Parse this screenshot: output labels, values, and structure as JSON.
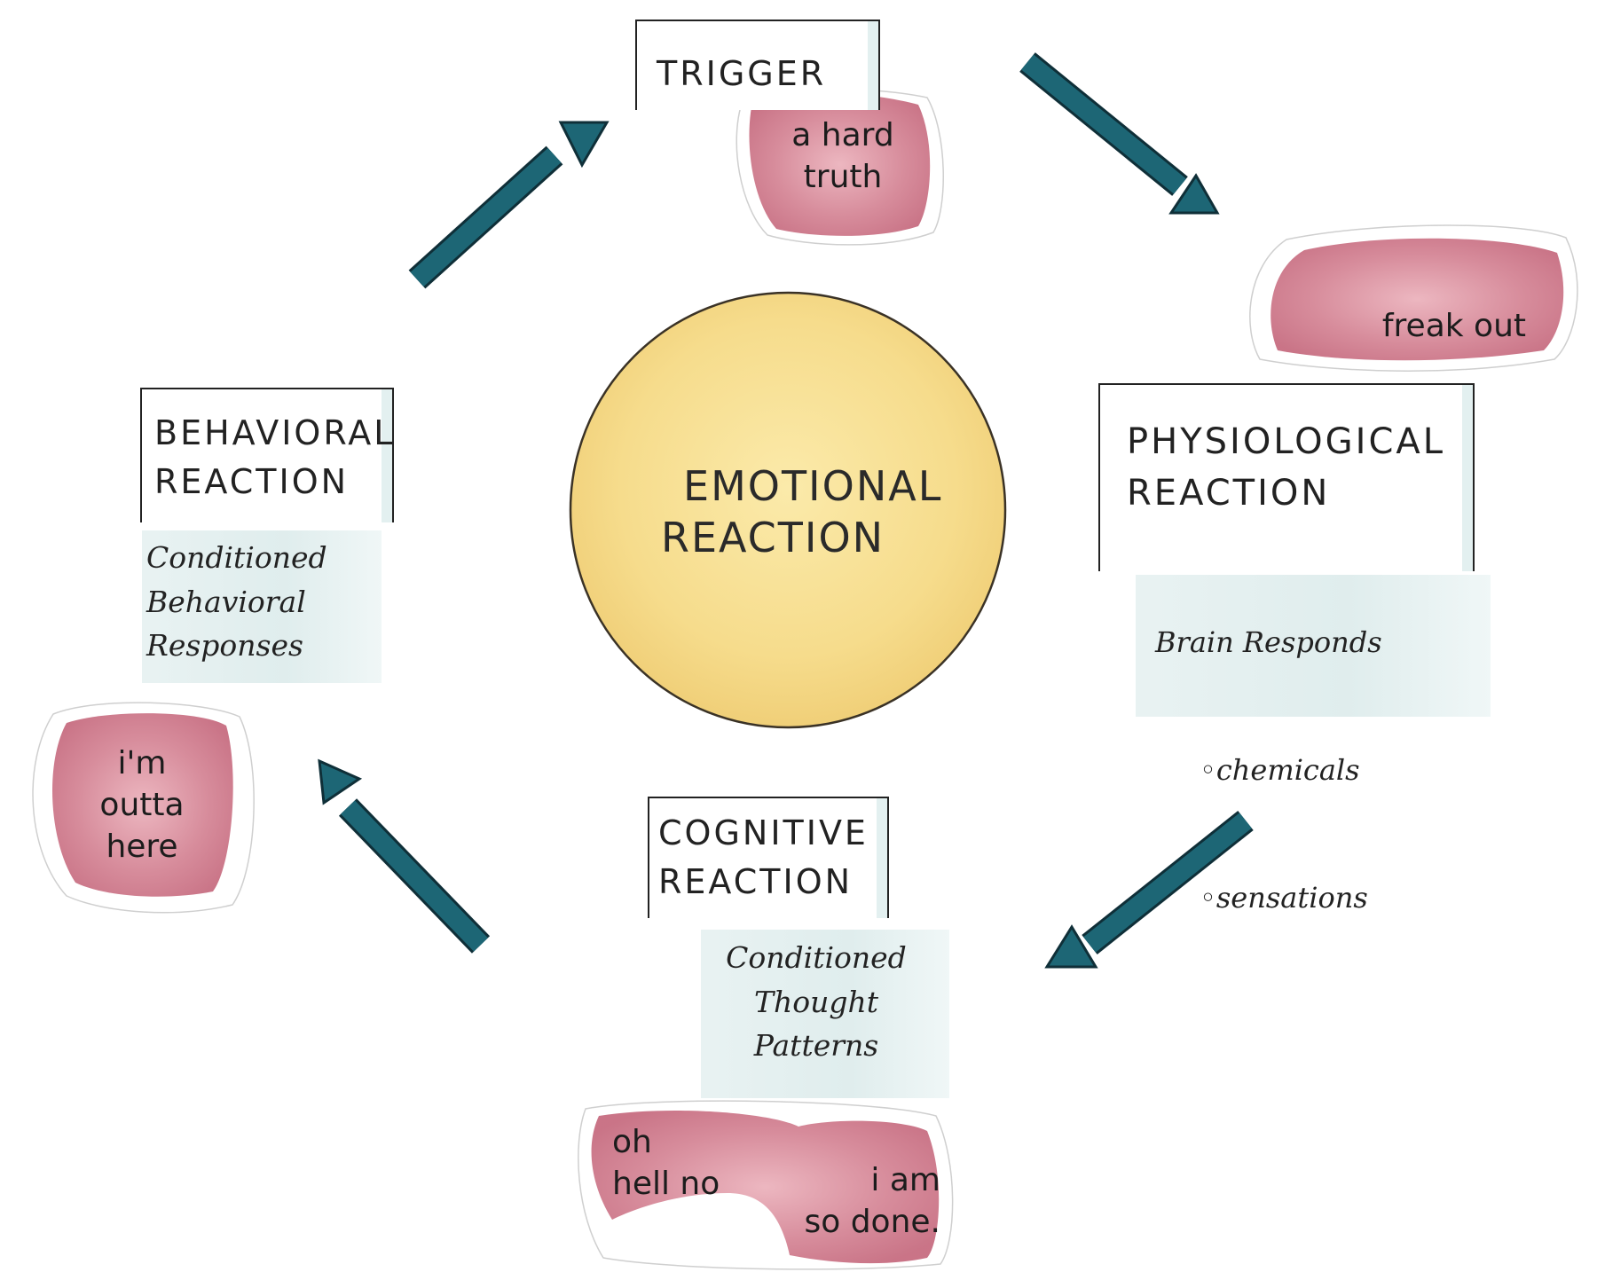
{
  "center": {
    "line1": "EMOTIONAL",
    "line2": "REACTION"
  },
  "trigger": {
    "title": "TRIGGER",
    "example": "a hard\ntruth"
  },
  "physiological": {
    "title": "PHYSIOLOGICAL\nREACTION",
    "note_heading": "Brain Responds",
    "bullets": [
      "chemicals",
      "sensations"
    ],
    "example": "freak out"
  },
  "cognitive": {
    "title": "COGNITIVE\nREACTION",
    "note": "Conditioned\nThought\nPatterns",
    "example_left": "oh\nhell no",
    "example_right": "i am\nso done."
  },
  "behavioral": {
    "title": "BEHAVIORAL\nREACTION",
    "note": "Conditioned\nBehavioral\nResponses",
    "example": "i'm\noutta\nhere"
  },
  "colors": {
    "arrow": "#1d6675",
    "arrow_outline": "#0f2f38",
    "blob": "#c9667a",
    "circle": "#f6dc8c",
    "wash": "#dcebeb"
  },
  "icons": {
    "arrow": "arrow-icon",
    "bullet": "circle-bullet-icon"
  }
}
